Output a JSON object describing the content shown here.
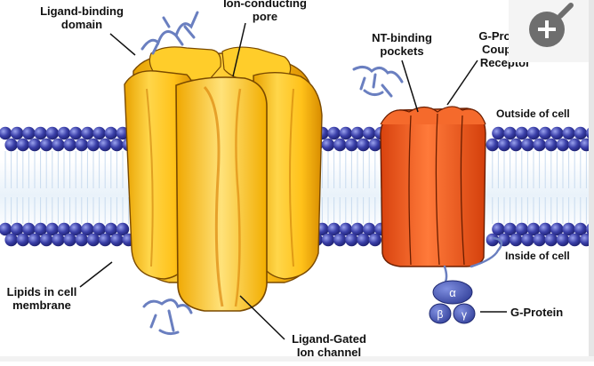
{
  "labels": {
    "ligand_binding_domain": [
      "Ligand-binding",
      "domain"
    ],
    "ion_conducting_pore": [
      "Ion-conducting",
      "pore"
    ],
    "nt_binding_pockets": [
      "NT-binding",
      "pockets"
    ],
    "gpcr": [
      "G-Protein",
      "Coupled",
      "Receptor"
    ],
    "outside_of_cell": "Outside of cell",
    "inside_of_cell": "Inside of cell",
    "lipids": [
      "Lipids in cell",
      "membrane"
    ],
    "ligand_gated": [
      "Ligand-Gated",
      "Ion channel"
    ],
    "g_protein": "G-Protein",
    "alpha": "α",
    "beta": "β",
    "gamma": "γ"
  },
  "colors": {
    "lipid_head": "#3a3fa8",
    "ion_channel": "#ffc21a",
    "receptor": "#ee5a1e",
    "g_protein": "#3b4ca8",
    "ligand": "#6a7fc0"
  },
  "zoom_button": {
    "icon": "zoom-in-icon"
  }
}
